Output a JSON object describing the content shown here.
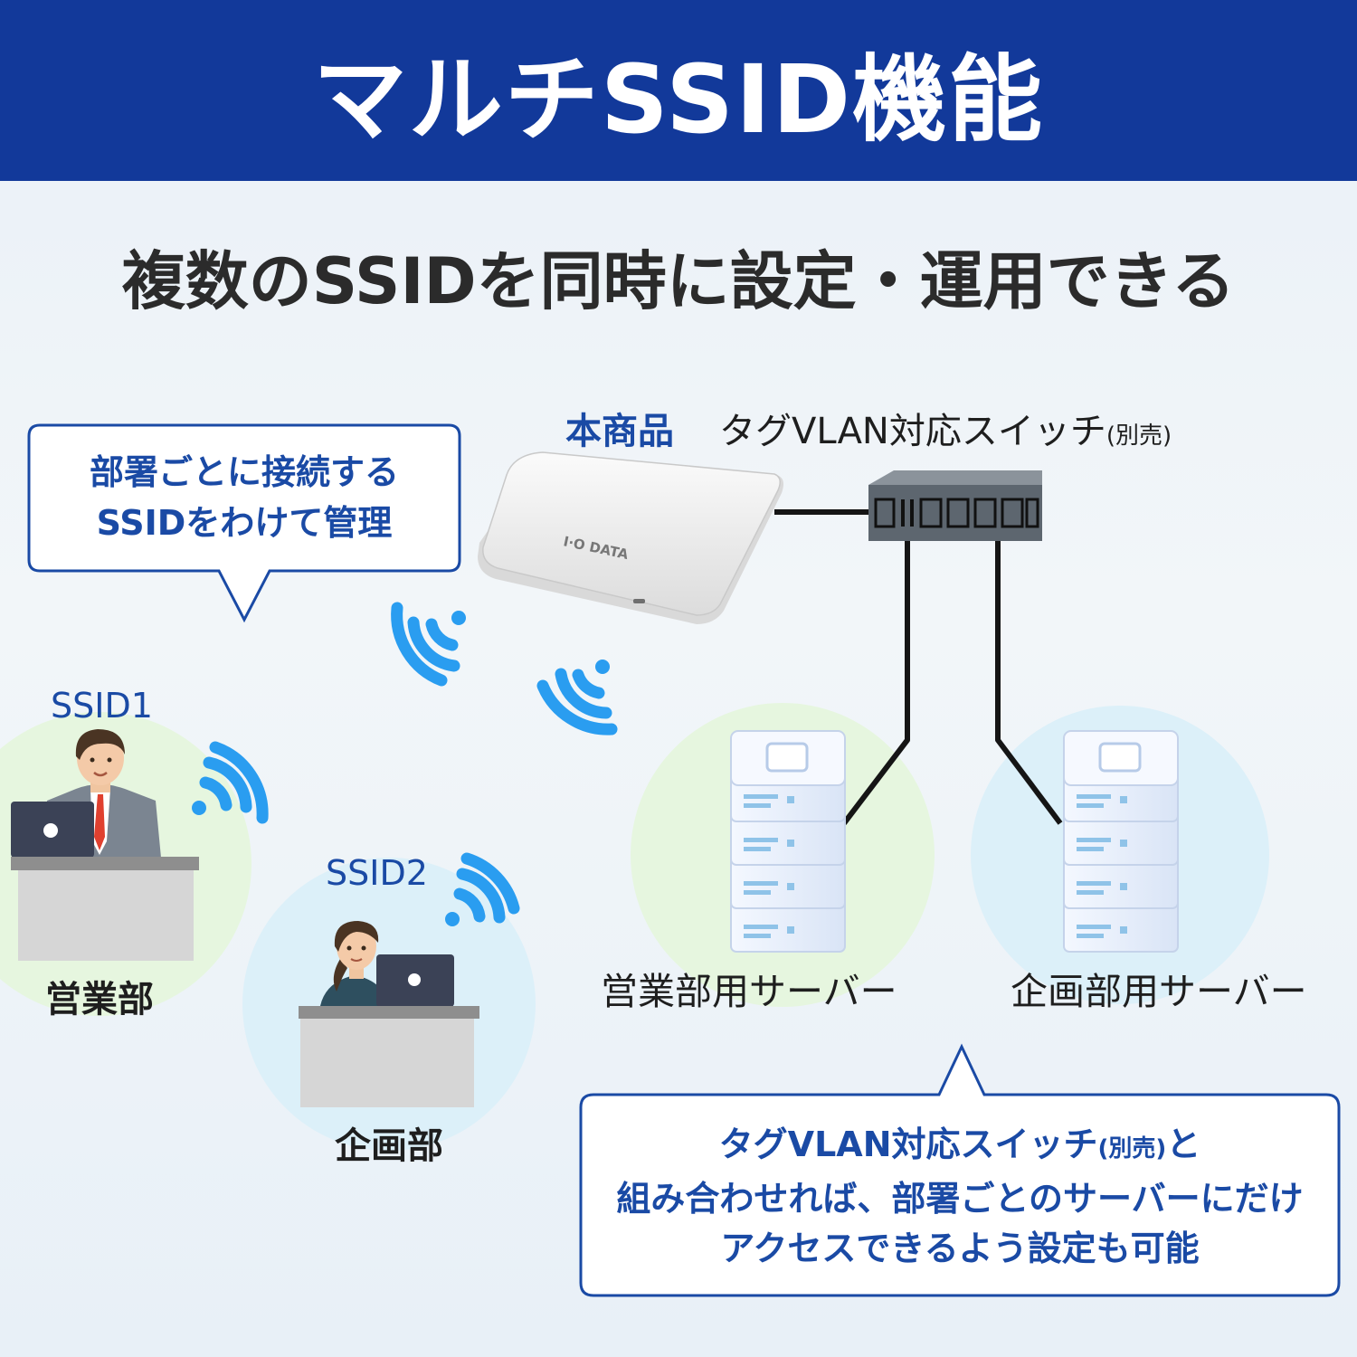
{
  "header": {
    "title": "マルチSSID機能"
  },
  "subtitle": "複数のSSIDを同時に設定・運用できる",
  "device": {
    "product_label": "本商品",
    "product_brand": "I·O DATA",
    "switch_label": "タグVLAN対応スイッチ",
    "switch_note": "(別売)"
  },
  "callout_top": {
    "line1": "部署ごとに接続する",
    "line2": "SSIDをわけて管理"
  },
  "clients": [
    {
      "ssid": "SSID1",
      "department": "営業部"
    },
    {
      "ssid": "SSID2",
      "department": "企画部"
    }
  ],
  "servers": [
    {
      "label": "営業部用サーバー"
    },
    {
      "label": "企画部用サーバー"
    }
  ],
  "callout_bottom": {
    "line1_main": "タグVLAN対応スイッチ",
    "line1_note": "(別売)",
    "line1_tail": "と",
    "line2": "組み合わせれば、部署ごとのサーバーにだけ",
    "line3": "アクセスできるよう設定も可能"
  },
  "colors": {
    "banner": "#12399a",
    "accent_blue": "#1a4aa5",
    "wifi_blue": "#2a9df0",
    "sales_zone": "#e6f6df",
    "planning_zone": "#dcf0f9"
  }
}
